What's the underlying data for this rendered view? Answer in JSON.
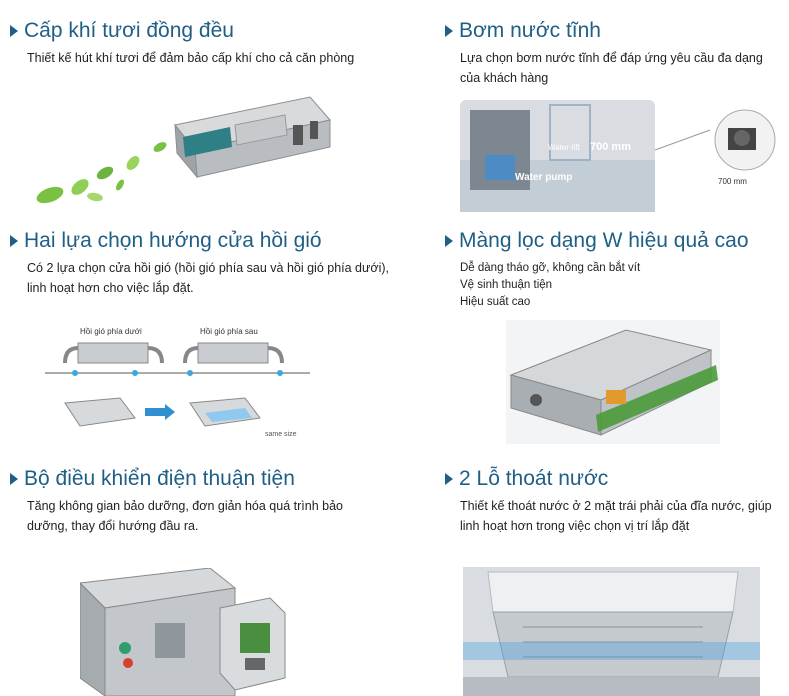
{
  "sections": {
    "s1": {
      "title": "Cấp khí tươi đồng đều",
      "desc": "Thiết kế hút khí tươi để đảm bảo cấp khí cho cả căn phòng"
    },
    "s2": {
      "title": "Bơm nước tĩnh",
      "desc": "Lựa chọn bơm nước tĩnh để đáp ứng yêu cầu đa dạng của khách hàng",
      "figure": {
        "water_lift_label": "Water-lift",
        "water_lift_value": "700 mm",
        "pump_label": "Water pump",
        "dimension_label": "700 mm"
      }
    },
    "s3": {
      "title": "Hai lựa chọn hướng cửa hồi gió",
      "desc": "Có 2 lựa chọn cửa hồi gió (hồi gió phía sau và hồi gió phía dưới), linh hoạt hơn cho việc lắp đặt.",
      "figure": {
        "label_bottom": "Hồi gió phía dưới",
        "label_rear": "Hồi gió phía sau",
        "same_size": "same size"
      }
    },
    "s4": {
      "title": "Màng lọc dạng W hiệu quả cao",
      "bullets": [
        "Dễ dàng tháo gỡ, không cần bắt vít",
        "Vệ sinh thuận tiện",
        "Hiệu suất cao"
      ]
    },
    "s5": {
      "title": "Bộ điều khiển điện thuận tiện",
      "desc": "Tăng không gian bảo dưỡng, đơn giản hóa quá trình bảo dưỡng, thay đổi hướng đầu ra."
    },
    "s6": {
      "title": "2 Lỗ thoát nước",
      "desc": "Thiết kế thoát nước ở 2 mặt trái phải của đĩa nước, giúp linh hoạt hơn trong việc chọn vị trí lắp đặt"
    }
  },
  "colors": {
    "title": "#1f5f86",
    "leaf": "#7ac143",
    "filter_green": "#4a9b3a"
  }
}
